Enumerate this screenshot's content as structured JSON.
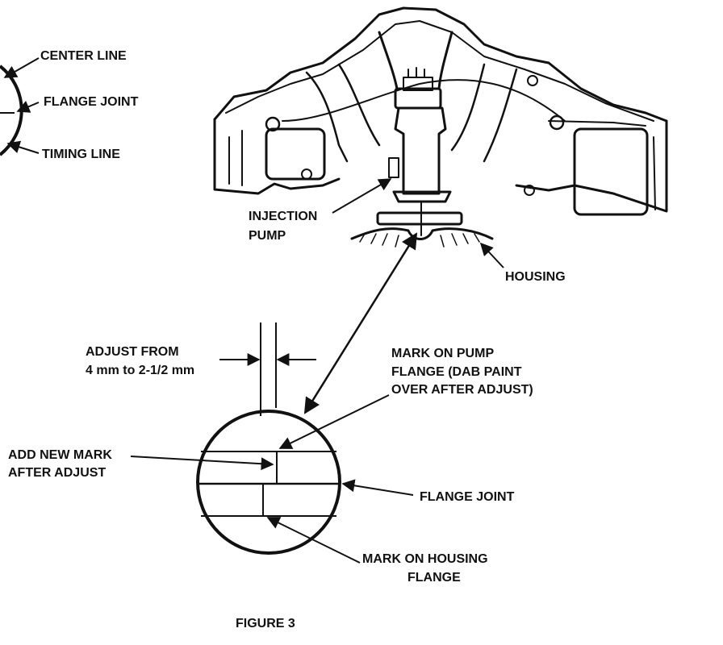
{
  "figure": {
    "caption": "FIGURE 3",
    "labels": {
      "center_line": "CENTER LINE",
      "flange_joint_top": "FLANGE JOINT",
      "timing_line": "TIMING LINE",
      "injection_pump_1": "INJECTION",
      "injection_pump_2": "PUMP",
      "housing": "HOUSING",
      "adjust_1": "ADJUST FROM",
      "adjust_2": "4 mm to 2-1/2 mm",
      "mark_pump_1": "MARK ON PUMP",
      "mark_pump_2": "FLANGE (DAB PAINT",
      "mark_pump_3": "OVER AFTER ADJUST)",
      "add_mark_1": "ADD NEW MARK",
      "add_mark_2": "AFTER ADJUST",
      "flange_joint_bottom": "FLANGE JOINT",
      "mark_housing_1": "MARK ON HOUSING",
      "mark_housing_2": "FLANGE"
    },
    "colors": {
      "ink": "#111111",
      "paper": "#ffffff"
    }
  }
}
